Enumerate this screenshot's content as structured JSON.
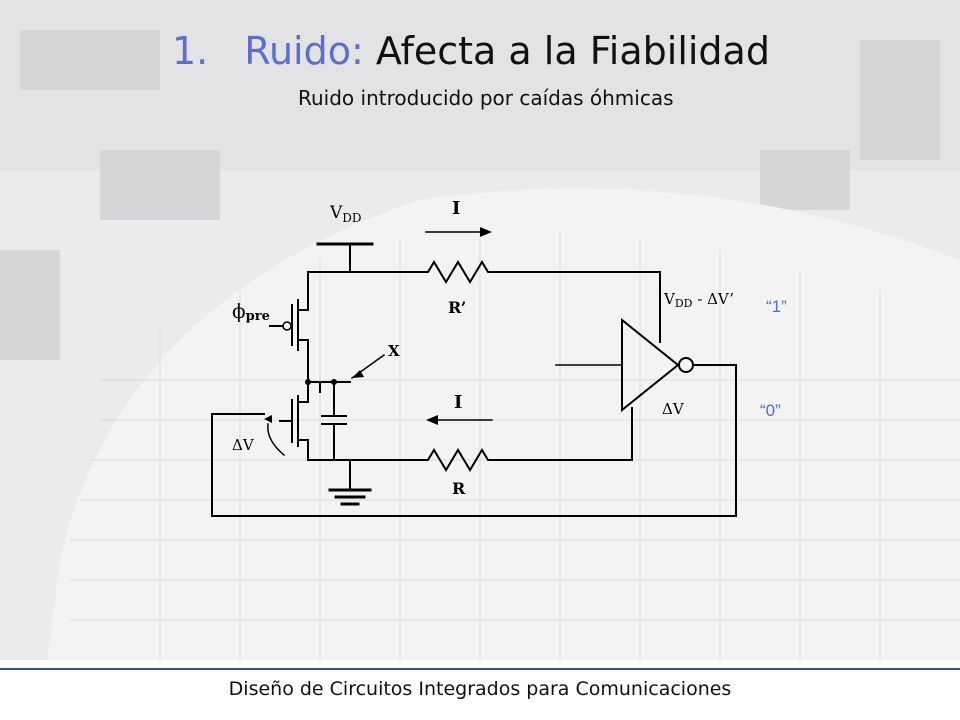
{
  "slide": {
    "title_number": "1.",
    "title_highlight": "Ruido:",
    "title_rest": " Afecta a la Fiabilidad",
    "subtitle": "Ruido introducido por caídas óhmicas",
    "footer": "Diseño de Circuitos Integrados para Comunicaciones"
  },
  "circuit": {
    "vdd_label": "DD",
    "vdd_prefix": "V",
    "phi_label": "pre",
    "phi_symbol": "ϕ",
    "node_x": "X",
    "current_top": "I",
    "current_bottom": "I",
    "resistor_top": "R’",
    "resistor_bottom": "R",
    "out_high_prefix": "V",
    "out_high_sub": "DD",
    "out_high_suffix": " - ΔV’",
    "out_low": "ΔV",
    "delta_v_left": "ΔV",
    "logic_one": "“1”",
    "logic_zero": "“0”"
  },
  "colors": {
    "accent": "#5b6fd3",
    "logic_label": "#4a6fd6",
    "footer_rule": "#3b4aa0"
  }
}
